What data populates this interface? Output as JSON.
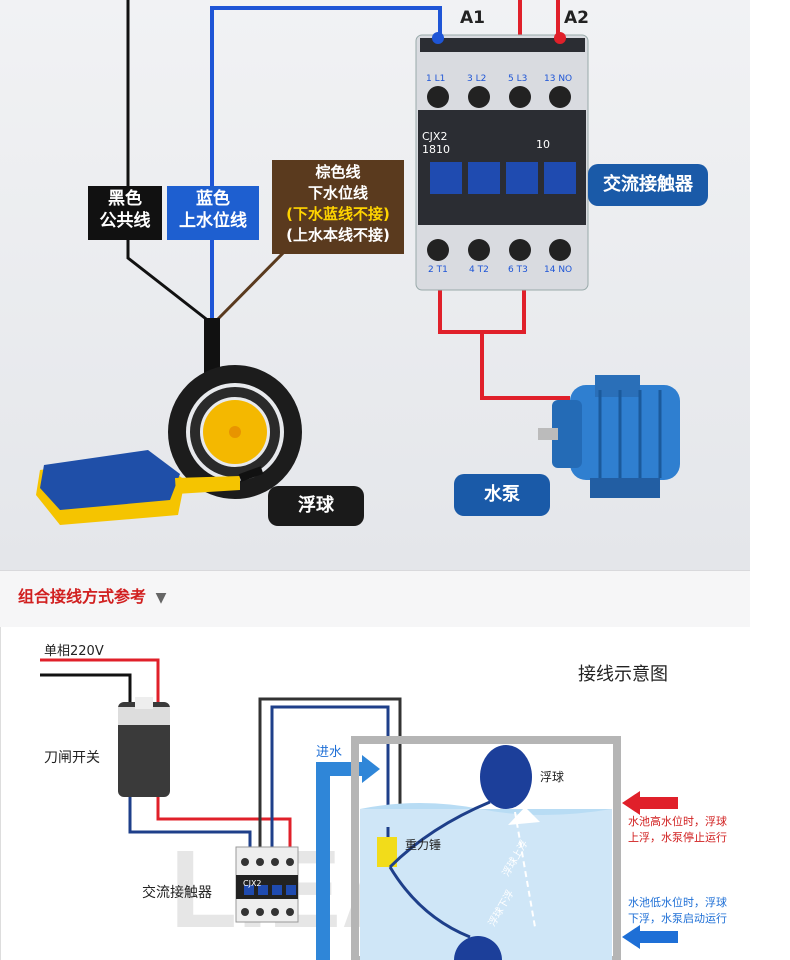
{
  "top_diagram": {
    "terminal_a1": "A1",
    "terminal_a2": "A2",
    "contactor_model_line1": "CJX2",
    "contactor_model_line2": "1810",
    "contactor_aux": "10",
    "top_terminals": [
      "1 L1",
      "3 L2",
      "5 L3",
      "13 NO"
    ],
    "bottom_terminals": [
      "2 T1",
      "4 T2",
      "6 T3",
      "14 NO"
    ],
    "black_wire_label": [
      "黑色",
      "公共线"
    ],
    "blue_wire_label": [
      "蓝色",
      "上水位线"
    ],
    "brown_wire_label": [
      "棕色线",
      "下水位线",
      "(下水蓝线不接)",
      "(上水本线不接)"
    ],
    "float_label": "浮球",
    "pump_label": "水泵",
    "contactor_label": "交流接触器"
  },
  "section_heading": "组合接线方式参考",
  "bottom_diagram": {
    "power_label": "单相220V",
    "switch_label": "刀闸开关",
    "contactor_label": "交流接触器",
    "contactor_model": "CJX2",
    "title": "接线示意图",
    "inlet_label": "进水",
    "float_label": "浮球",
    "weight_label": "重力锤",
    "float_up_label": "浮球上浮",
    "float_down_label": "浮球下浮",
    "high_level_note": [
      "水池高水位时，浮球",
      "上浮，水泵停止运行"
    ],
    "low_level_note": [
      "水池低水位时，浮球",
      "下浮，水泵启动运行"
    ],
    "watermark": "LIEABB"
  },
  "colors": {
    "wire_red": "#e0202a",
    "wire_blue": "#1e55d6",
    "wire_black": "#111111",
    "wire_brown": "#5a3a1e",
    "accent_blue": "#1a5aa8",
    "heading_red": "#d12020"
  }
}
